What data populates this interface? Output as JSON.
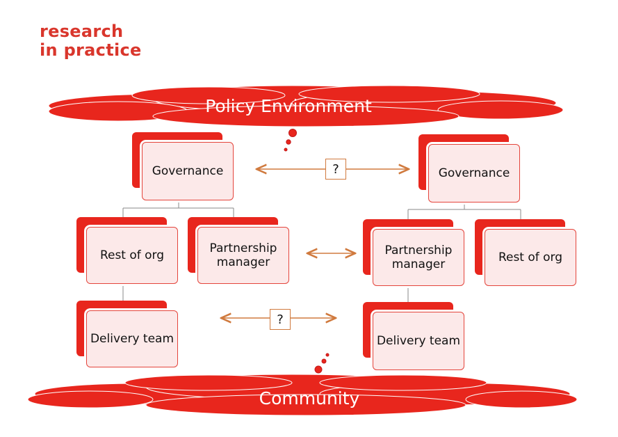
{
  "logo": {
    "line1": "research",
    "line2": "in practice"
  },
  "clouds": {
    "top": "Policy Environment",
    "bottom": "Community"
  },
  "left_org": {
    "governance": "Governance",
    "rest": "Rest of org",
    "partnership": "Partnership manager",
    "delivery": "Delivery team"
  },
  "right_org": {
    "governance": "Governance",
    "rest": "Rest of org",
    "partnership": "Partnership manager",
    "delivery": "Delivery team"
  },
  "questions": {
    "governance_link": "?",
    "delivery_link": "?"
  },
  "colors": {
    "accent": "#e8261d",
    "box_fill": "#fce9e9",
    "arrow": "#d07a3e",
    "logo": "#d9362c"
  }
}
